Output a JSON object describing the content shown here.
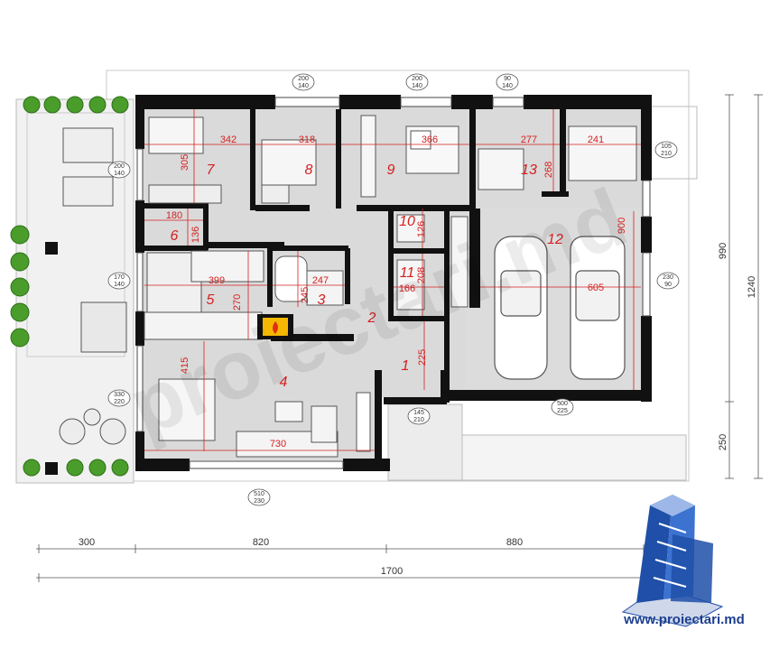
{
  "watermark": "proiectari.md",
  "site_url": "www.proiectari.md",
  "colors": {
    "wall": "#111111",
    "floor": "#dadada",
    "terrace": "#f1f1f1",
    "dimension": "#d62020",
    "logo": "#1f4fa8",
    "fire": "#f5b800"
  },
  "rooms": [
    {
      "id": "r1",
      "number": "1"
    },
    {
      "id": "r2",
      "number": "2"
    },
    {
      "id": "r3",
      "number": "3"
    },
    {
      "id": "r4",
      "number": "4"
    },
    {
      "id": "r5",
      "number": "5"
    },
    {
      "id": "r6",
      "number": "6"
    },
    {
      "id": "r7",
      "number": "7"
    },
    {
      "id": "r8",
      "number": "8"
    },
    {
      "id": "r9",
      "number": "9"
    },
    {
      "id": "r10",
      "number": "10"
    },
    {
      "id": "r11",
      "number": "11"
    },
    {
      "id": "r12",
      "number": "12"
    },
    {
      "id": "r13",
      "number": "13"
    }
  ],
  "inner_dims": [
    "342",
    "318",
    "366",
    "277",
    "241",
    "305",
    "268",
    "180",
    "136",
    "126",
    "208",
    "166",
    "399",
    "247",
    "270",
    "245",
    "415",
    "225",
    "900",
    "605",
    "730"
  ],
  "openings": [
    {
      "w": "200",
      "h": "140"
    },
    {
      "w": "200",
      "h": "140"
    },
    {
      "w": "90",
      "h": "140"
    },
    {
      "w": "200",
      "h": "140"
    },
    {
      "w": "105",
      "h": "210"
    },
    {
      "w": "170",
      "h": "140"
    },
    {
      "w": "230",
      "h": "90"
    },
    {
      "w": "330",
      "h": "220"
    },
    {
      "w": "500",
      "h": "225"
    },
    {
      "w": "145",
      "h": "210"
    },
    {
      "w": "510",
      "h": "230"
    }
  ],
  "outer_dims": {
    "bottom": [
      "300",
      "820",
      "880"
    ],
    "total_width": "1700",
    "right": [
      "990",
      "250"
    ],
    "total_depth": "1240"
  }
}
